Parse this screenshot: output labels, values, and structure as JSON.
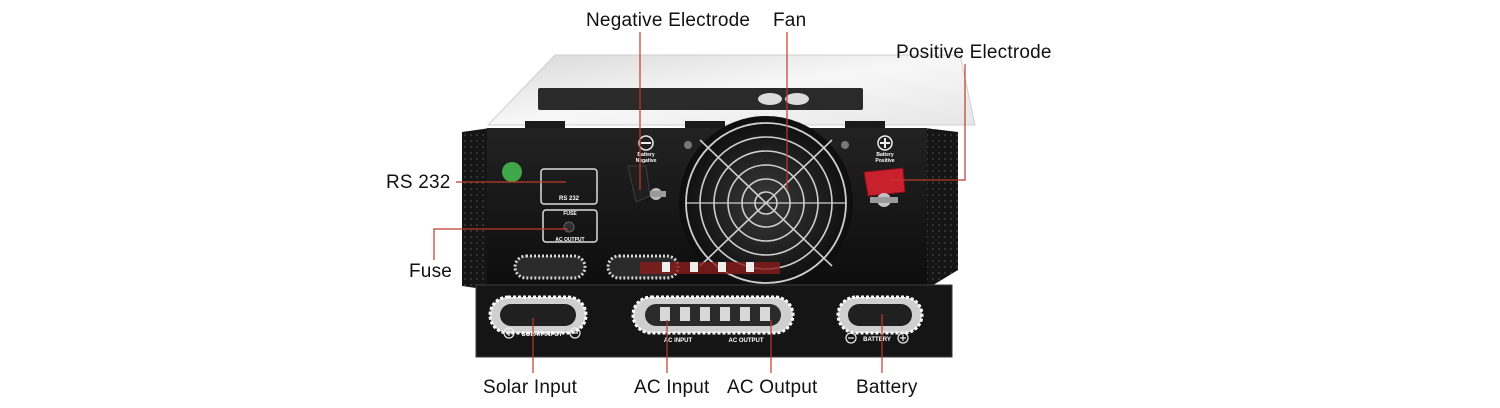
{
  "callouts": {
    "negative_electrode": "Negative Electrode",
    "fan": "Fan",
    "positive_electrode": "Positive Electrode",
    "rs232": "RS 232",
    "fuse": "Fuse",
    "solar_input": "Solar Input",
    "ac_input": "AC Input",
    "ac_output": "AC Output",
    "battery": "Battery"
  },
  "panel_labels": {
    "rs232": "RS 232",
    "fuse": "FUSE",
    "ac_output_small": "AC OUTPUT",
    "battery_negative_1": "Battery",
    "battery_negative_2": "Negative",
    "battery_positive_1": "Battery",
    "battery_positive_2": "Positive",
    "solar_input": "SOLAR INPUT",
    "ac_input": "AC INPUT",
    "ac_output": "AC OUTPUT",
    "battery": "BATTERY"
  },
  "colors": {
    "leader_line": "#c0392b",
    "case_white": "#f2f2f2",
    "chassis_black": "#141414",
    "positive_terminal": "#c8202c"
  }
}
